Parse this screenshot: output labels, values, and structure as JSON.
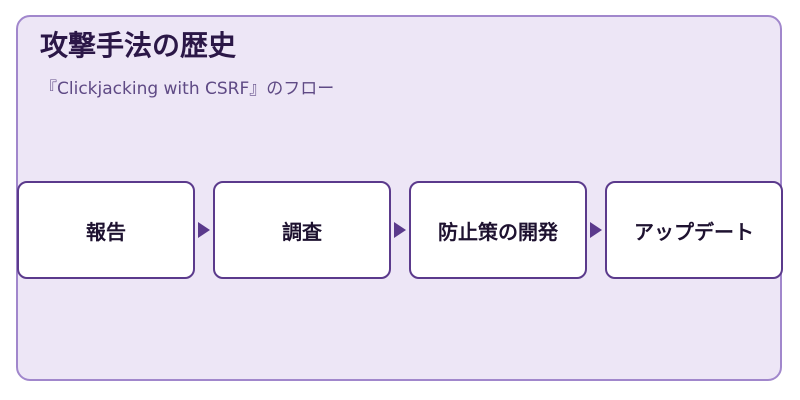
{
  "title": "攻撃手法の歴史",
  "subtitle": "『Clickjacking with CSRF』のフロー",
  "steps": [
    {
      "label": "報告"
    },
    {
      "label": "調査"
    },
    {
      "label": "防止策の開発"
    },
    {
      "label": "アップデート"
    }
  ],
  "colors": {
    "background": "#ede6f6",
    "frame_border": "#a187cc",
    "box_border": "#5b3a8c",
    "box_fill": "#ffffff",
    "arrow": "#5b3a8c",
    "title": "#2b1747",
    "subtitle": "#5f4a85"
  }
}
